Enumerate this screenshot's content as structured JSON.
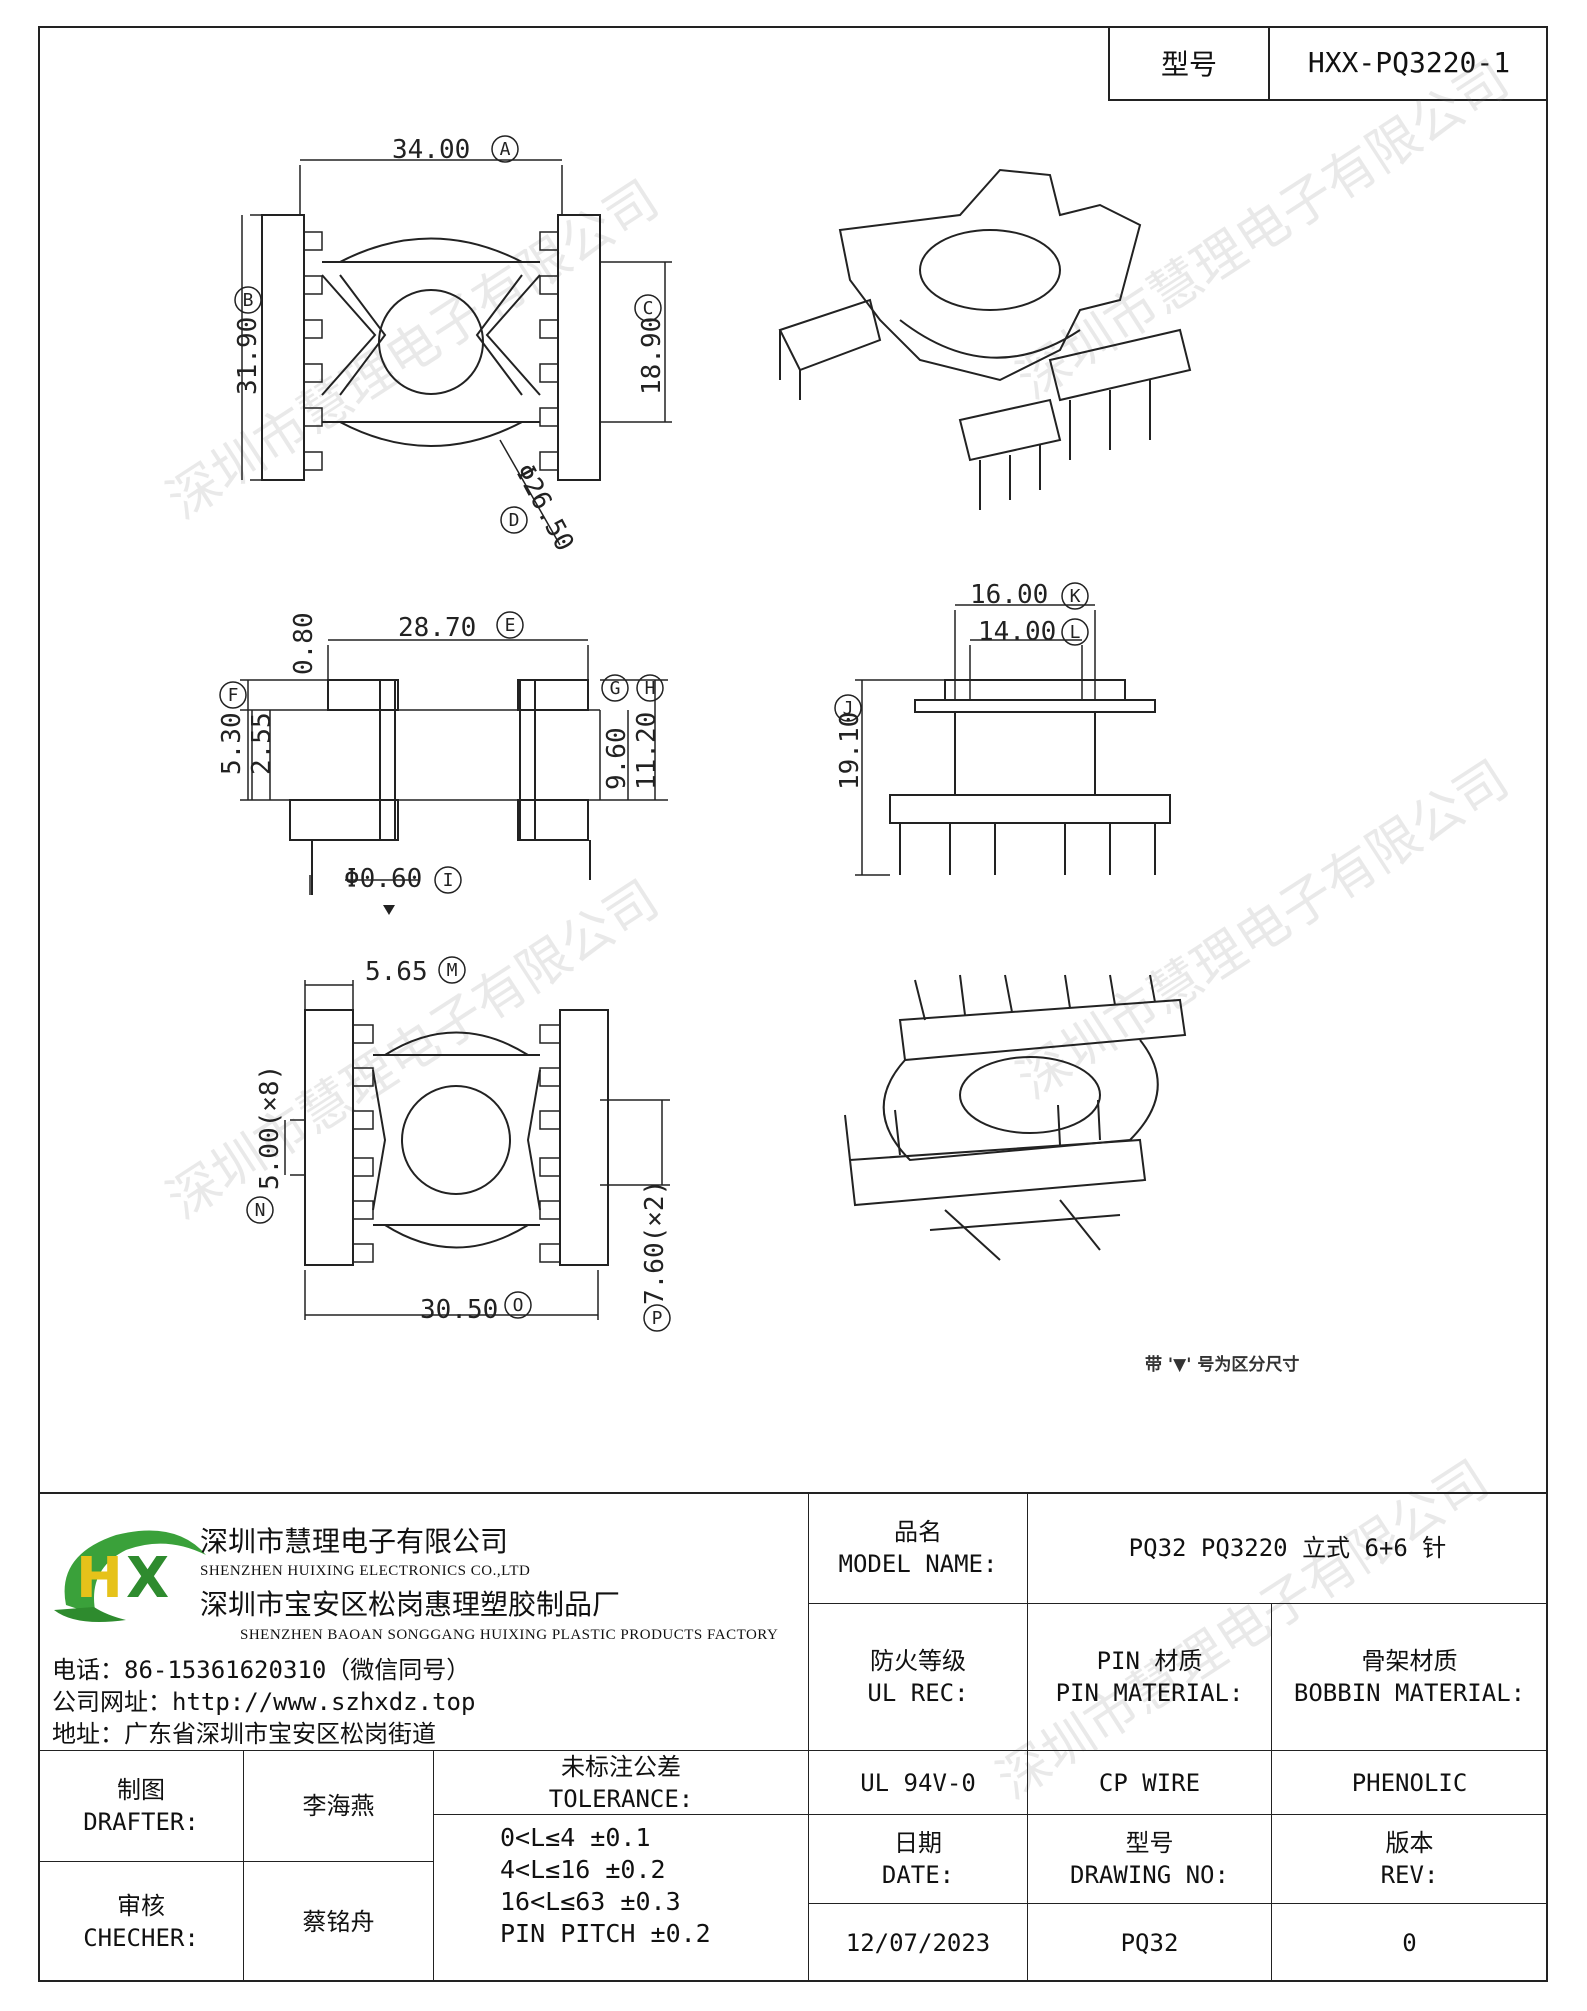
{
  "header": {
    "type_label": "型号",
    "type_value": "HXX-PQ3220-1"
  },
  "dimensions": {
    "A": "34.00",
    "B": "31.90",
    "C": "18.90",
    "D": "Φ26.50",
    "E": "28.70",
    "F": "5.30",
    "G_H_top": "0.80",
    "h1": "2.55",
    "h2": "9.60",
    "H": "11.20",
    "I": "Φ0.60",
    "K": "16.00",
    "L": "14.00",
    "J": "19.10",
    "M": "5.65",
    "N": "5.00(×8)",
    "O": "30.50",
    "P": "7.60(×2)",
    "letters": [
      "A",
      "B",
      "C",
      "D",
      "E",
      "F",
      "G",
      "H",
      "I",
      "J",
      "K",
      "L",
      "M",
      "N",
      "O",
      "P"
    ]
  },
  "note": "带 '▼' 号为区分尺寸",
  "watermark": "深圳市慧理电子有限公司",
  "company": {
    "logo_text": "HX",
    "name_cn": "深圳市慧理电子有限公司",
    "name_en": "SHENZHEN HUIXING ELECTRONICS CO.,LTD",
    "factory_cn": "深圳市宝安区松岗惠理塑胶制品厂",
    "factory_en": "SHENZHEN BAOAN SONGGANG HUIXING PLASTIC PRODUCTS FACTORY",
    "phone": "电话：86-15361620310（微信同号）",
    "website": "公司网址：http://www.szhxdz.top",
    "address": "地址：广东省深圳市宝安区松岗街道"
  },
  "title_block": {
    "model_label_cn": "品名",
    "model_label_en": "MODEL NAME:",
    "model_value": "PQ32 PQ3220 立式 6+6 针",
    "ul_label_cn": "防火等级",
    "ul_label_en": "UL REC:",
    "ul_value": "UL 94V-0",
    "pin_label_cn": "PIN 材质",
    "pin_label_en": "PIN MATERIAL:",
    "pin_value": "CP WIRE",
    "bobbin_label_cn": "骨架材质",
    "bobbin_label_en": "BOBBIN MATERIAL:",
    "bobbin_value": "PHENOLIC",
    "drafter_label_cn": "制图",
    "drafter_label_en": "DRAFTER:",
    "drafter_value": "李海燕",
    "checker_label_cn": "审核",
    "checker_label_en": "CHECHER:",
    "checker_value": "蔡铭舟",
    "tol_label_cn": "未标注公差",
    "tol_label_en": "TOLERANCE:",
    "tol_lines": [
      "0<L≤4  ±0.1",
      "4<L≤16 ±0.2",
      "16<L≤63 ±0.3",
      "PIN PITCH ±0.2"
    ],
    "date_label_cn": "日期",
    "date_label_en": "DATE:",
    "date_value": "12/07/2023",
    "drawno_label_cn": "型号",
    "drawno_label_en": "DRAWING NO:",
    "drawno_value": "PQ32",
    "rev_label_cn": "版本",
    "rev_label_en": "REV:",
    "rev_value": "0"
  }
}
